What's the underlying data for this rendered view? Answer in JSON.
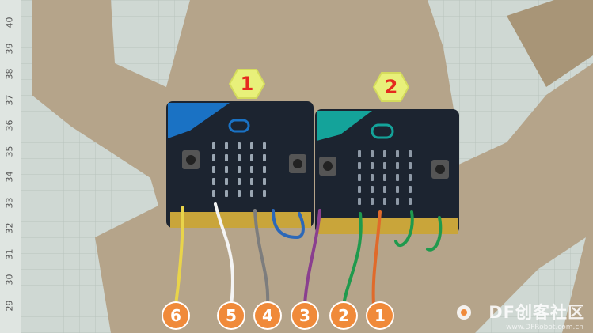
{
  "ruler": {
    "numbers": [
      "40",
      "39",
      "38",
      "37",
      "36",
      "35",
      "34",
      "33",
      "32",
      "31",
      "30",
      "29"
    ]
  },
  "boards": [
    {
      "label": "1",
      "accent": "#1a72c4"
    },
    {
      "label": "2",
      "accent": "#14a39a"
    }
  ],
  "wire_badges": [
    "6",
    "5",
    "4",
    "3",
    "2",
    "1"
  ],
  "wire_colors": [
    "#e9d44a",
    "#f4f4f4",
    "#7d7d7d",
    "#8a3f8f",
    "#1f9a4d",
    "#e06a2a"
  ],
  "colors": {
    "cardboard": "#b5a48a",
    "cutting_mat": "#cfd8d3",
    "hex_badge_fill": "#e8f07a",
    "hex_badge_text": "#e52a1e",
    "badge_fill": "#f08a3a",
    "pcb": "#1c2430",
    "gold": "#c9a53a"
  },
  "watermark": {
    "brand": "DF创客社区",
    "url": "www.DFRobot.com.cn"
  }
}
